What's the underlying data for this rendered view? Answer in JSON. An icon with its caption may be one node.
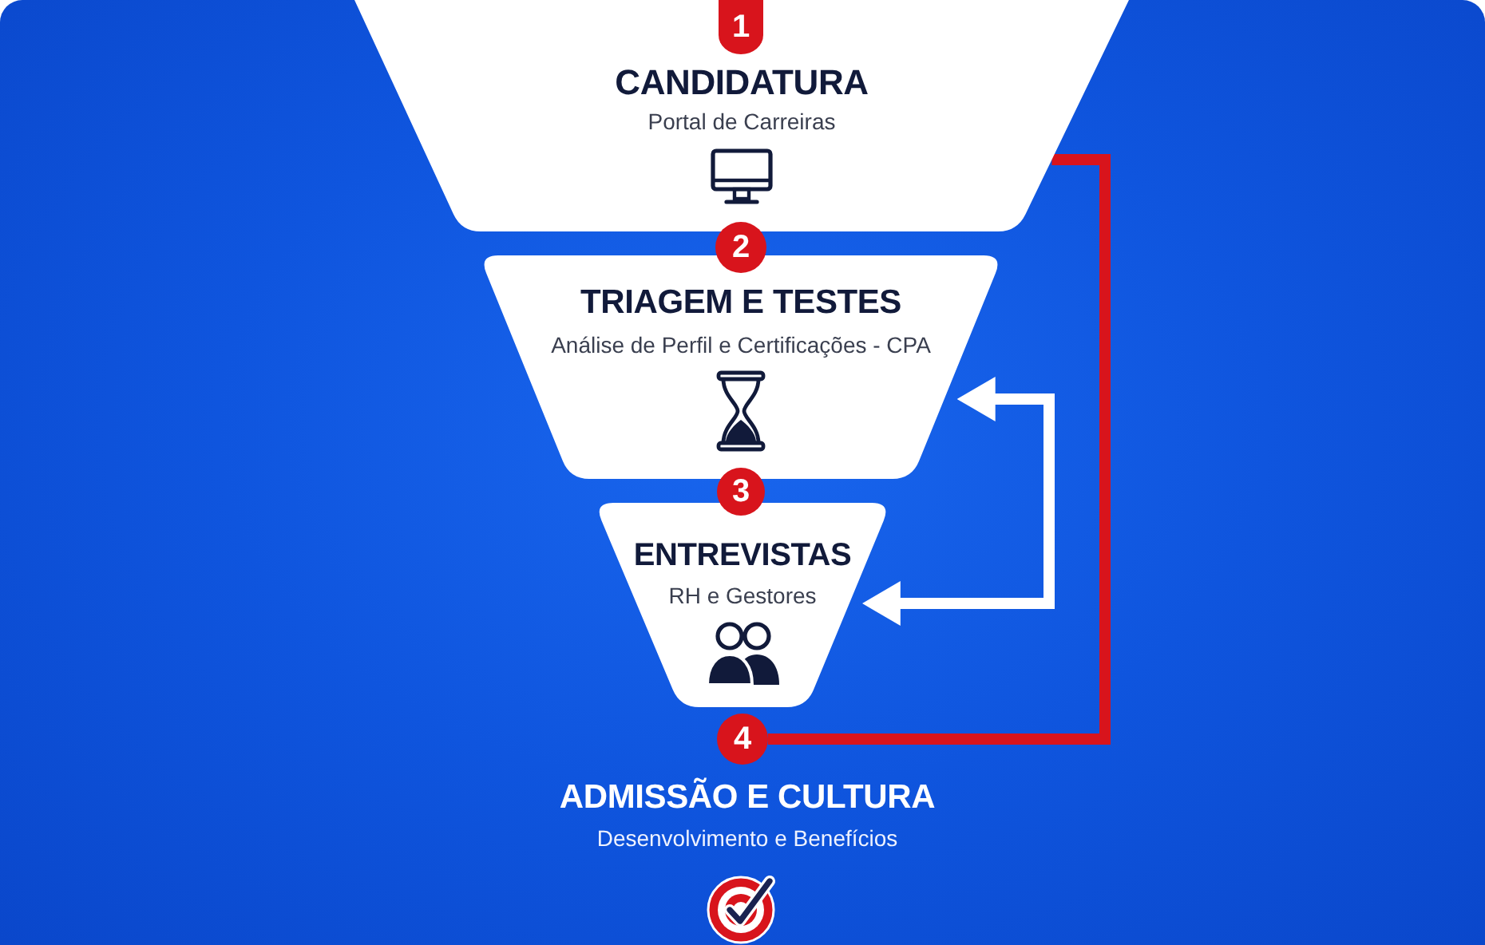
{
  "diagram": {
    "nodes": [
      {
        "text": [
          "CANDIDATURA",
          "Portal de Carreiras"
        ]
      },
      {
        "text": [
          "1"
        ],
        "in": 0
      },
      {
        "text": [
          "2"
        ]
      },
      {
        "text": [
          "TRIAGEM E TESTES",
          "Análise de Perfil e Certificações - CPA"
        ]
      },
      {
        "text": [
          "3"
        ]
      },
      {
        "text": [
          "ENTREVISTAS",
          "RH e Gestores"
        ]
      },
      {
        "text": [
          "4"
        ]
      }
    ],
    "edges": [
      {
        "from": 0,
        "to": 6,
        "arrow": "none",
        "color": "#d8141c"
      },
      {
        "from": 3,
        "to": 5,
        "arrow": "both",
        "color": "#ffffff"
      }
    ],
    "labels": [
      "ADMISSÃO E CULTURA",
      "Desenvolvimento e Benefícios"
    ]
  }
}
